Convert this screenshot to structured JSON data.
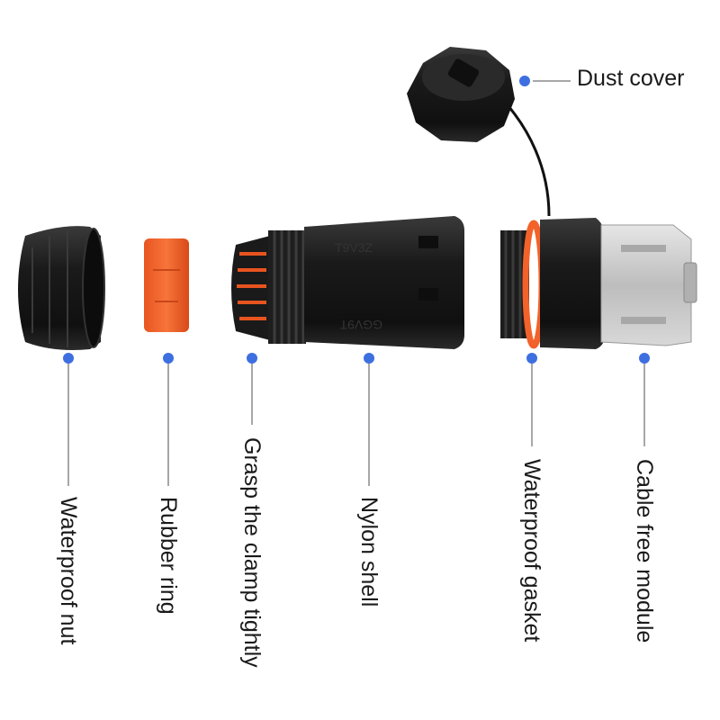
{
  "callouts": [
    {
      "id": "dust-cover",
      "text": "Dust cover"
    },
    {
      "id": "waterproof-nut",
      "text": "Waterproof nut"
    },
    {
      "id": "rubber-ring",
      "text": "Rubber ring"
    },
    {
      "id": "grasp-clamp",
      "text": "Grasp the clamp tightly"
    },
    {
      "id": "nylon-shell",
      "text": "Nylon shell"
    },
    {
      "id": "waterproof-gasket",
      "text": "Waterproof gasket"
    },
    {
      "id": "cable-free-module",
      "text": "Cable free module"
    }
  ],
  "colors": {
    "marker": "#3d6fe0",
    "plastic_black": "#1b1b1b",
    "rubber_orange": "#f2622a",
    "metal": "#c9c9c9"
  },
  "part_markings": {
    "shell_top": "T9V3Z",
    "shell_bottom": "GGV9T"
  }
}
